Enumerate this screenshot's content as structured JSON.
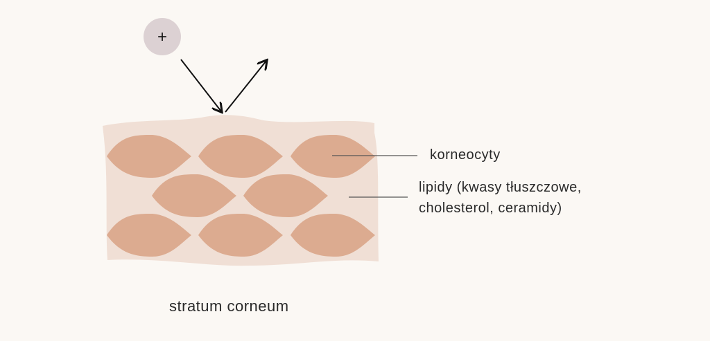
{
  "ion_symbol": "+",
  "labels": {
    "corneocytes": "korneocyty",
    "lipids_line1": "lipidy (kwasy tłuszczowe,",
    "lipids_line2": "cholesterol, ceramidy)",
    "caption": "stratum corneum"
  },
  "colors": {
    "background": "#fbf8f4",
    "layer": "#f0dfd5",
    "cell": "#dcab90",
    "ion": "#dcd1d3",
    "arrow": "#111111",
    "leader": "#555555"
  }
}
